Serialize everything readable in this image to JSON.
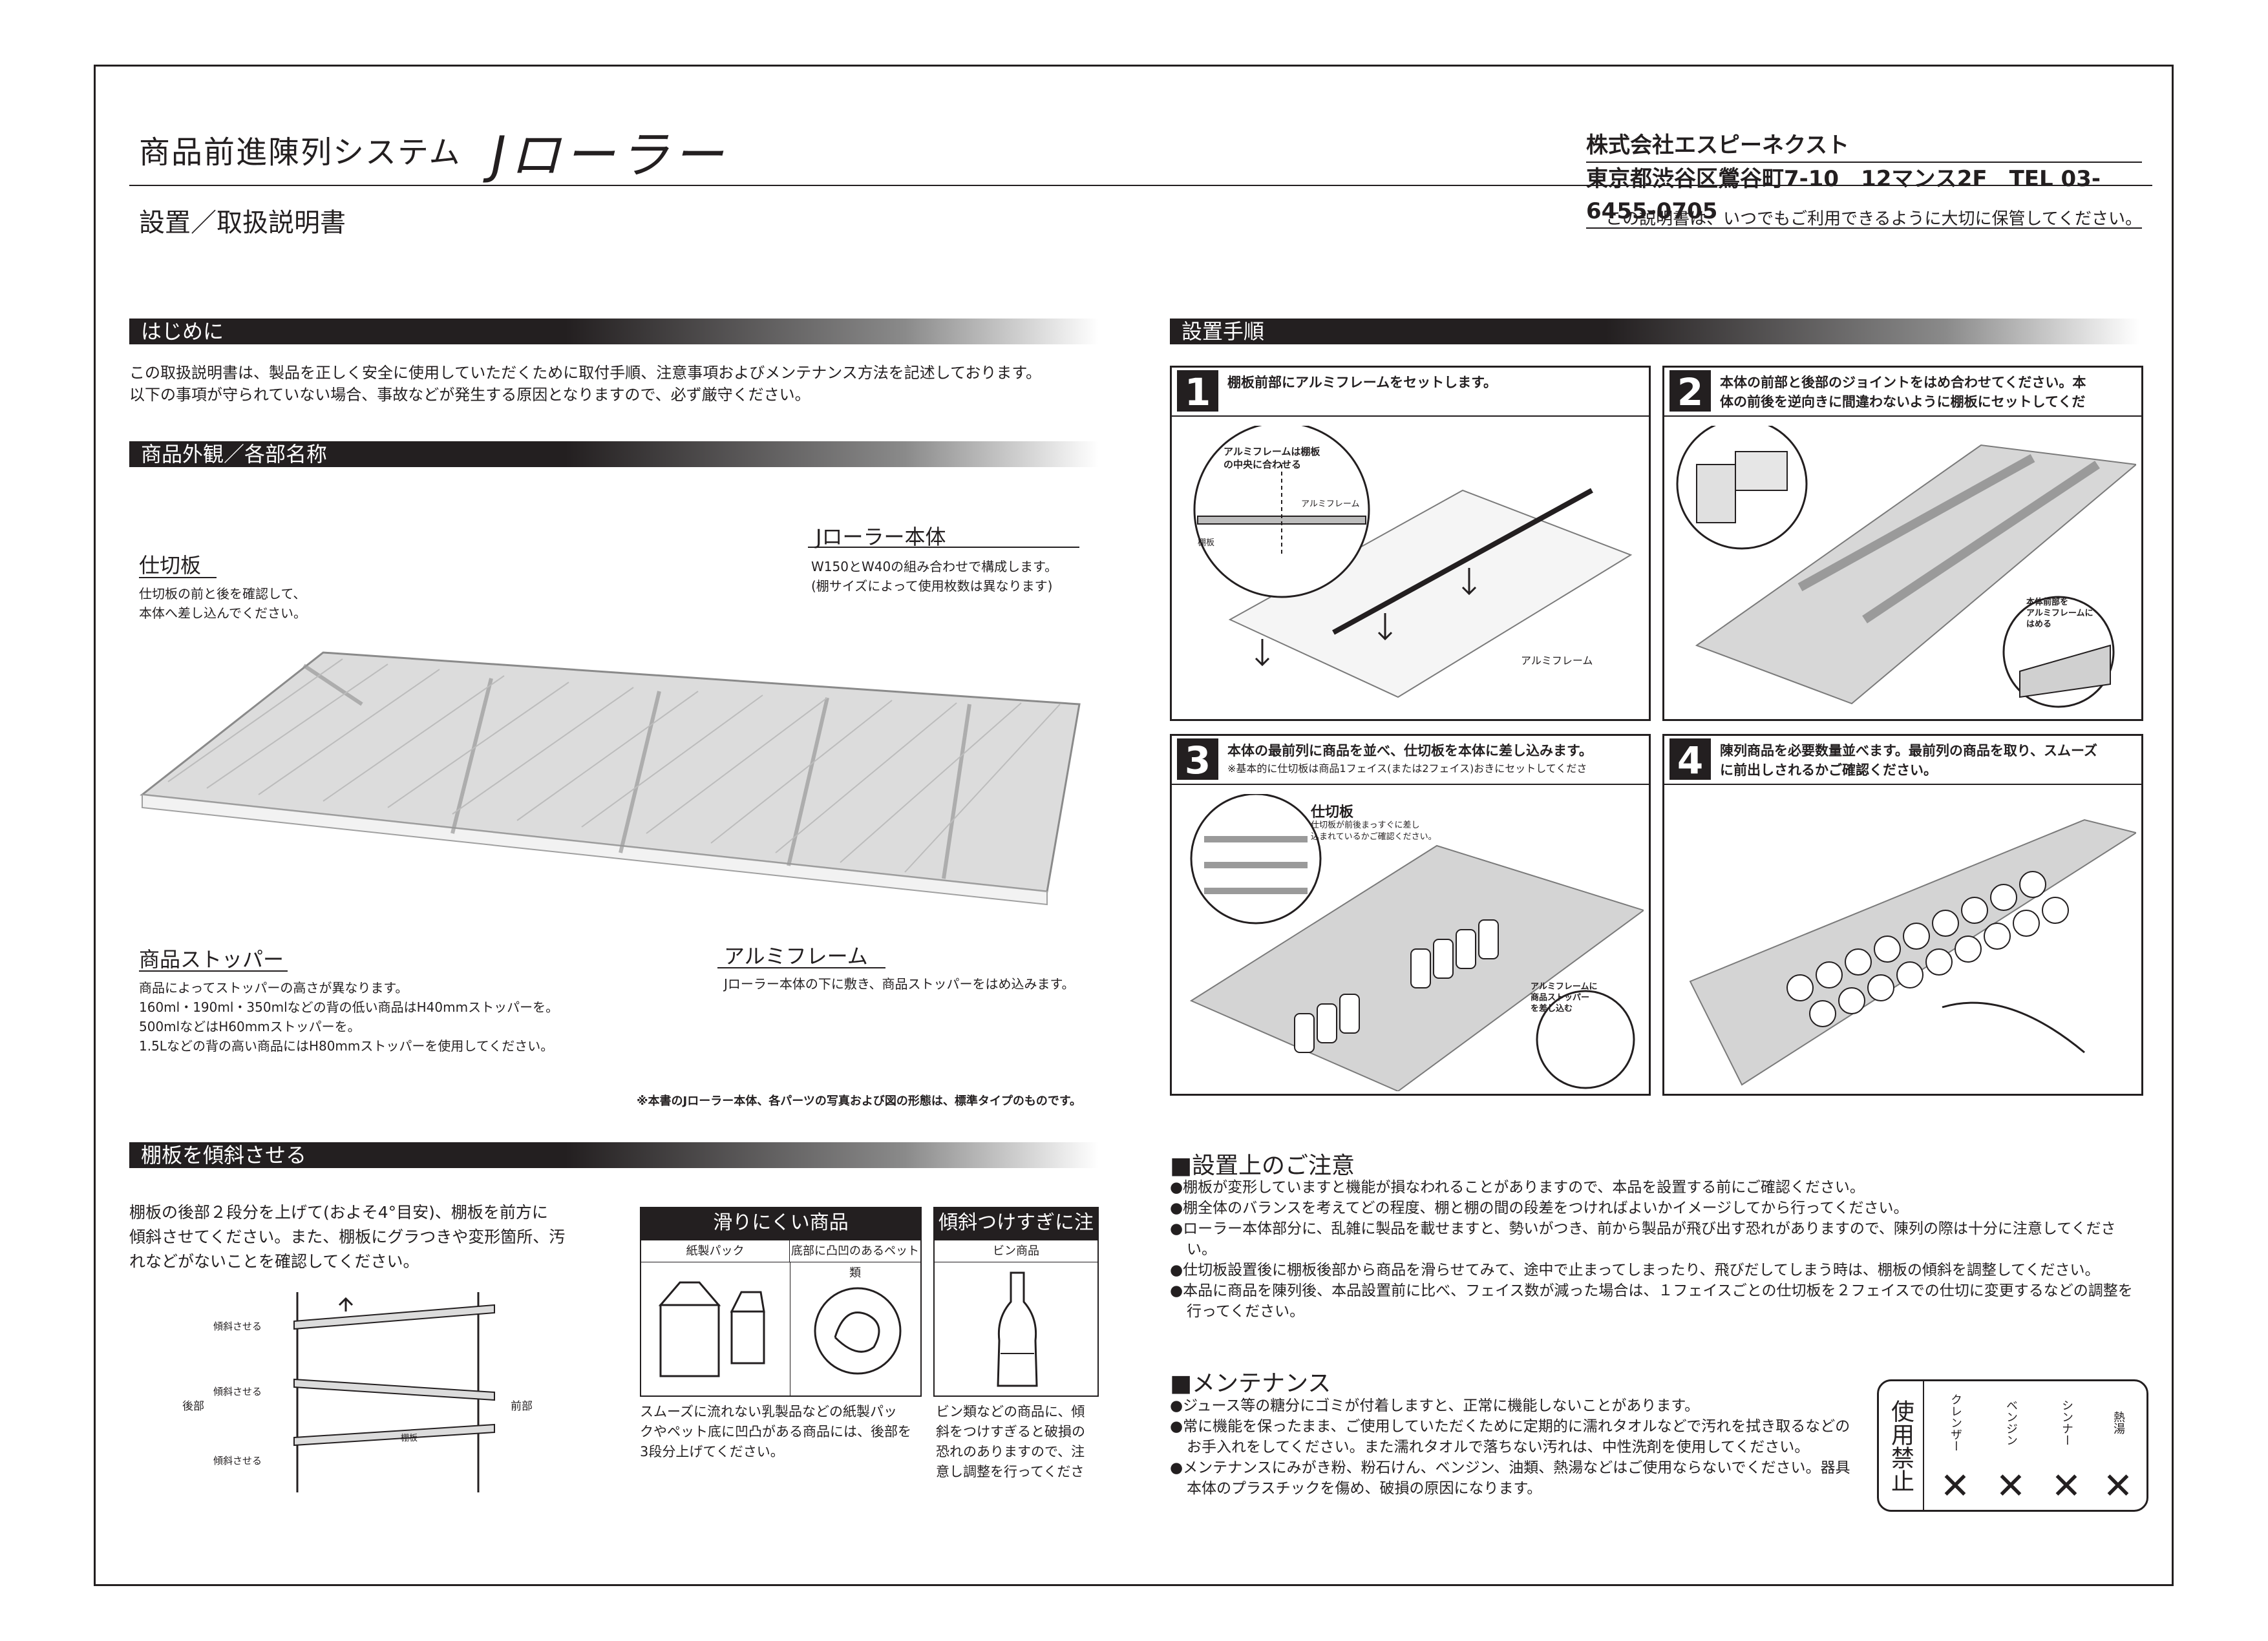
{
  "header": {
    "system_title": "商品前進陳列システム",
    "product_name": "Jローラー",
    "doc_title": "設置／取扱説明書",
    "company_name": "株式会社エスピーネクスト",
    "company_address": "東京都渋谷区鶯谷町7-10　12マンス2F　TEL 03-6455-0705",
    "keep_note": "この説明書は、いつでもご利用できるように大切に保管してください。"
  },
  "intro": {
    "heading": "はじめに",
    "line1": "この取扱説明書は、製品を正しく安全に使用していただくために取付手順、注意事項およびメンテナンス方法を記述しております。",
    "line2": "以下の事項が守られていない場合、事故などが発生する原因となりますので、必ず厳守ください。"
  },
  "parts": {
    "heading": "商品外観／各部名称",
    "divider_title": "仕切板",
    "divider_desc1": "仕切板の前と後を確認して、",
    "divider_desc2": "本体へ差し込んでください。",
    "body_title": "Jローラー本体",
    "body_desc1": "W150とW40の組み合わせで構成します。",
    "body_desc2": "(棚サイズによって使用枚数は異なります)",
    "stopper_title": "商品ストッパー",
    "stopper_desc1": "商品によってストッパーの高さが異なります。",
    "stopper_desc2": "160ml・190ml・350mlなどの背の低い商品はH40mmストッパーを。",
    "stopper_desc3": "500mlなどはH60mmストッパーを。",
    "stopper_desc4": "1.5Lなどの背の高い商品にはH80mmストッパーを使用してください。",
    "frame_title": "アルミフレーム",
    "frame_desc": "Jローラー本体の下に敷き、商品ストッパーをはめ込みます。",
    "photo_note": "※本書のJローラー本体、各パーツの写真および図の形態は、標準タイプのものです。"
  },
  "tilt": {
    "heading": "棚板を傾斜させる",
    "desc1": "棚板の後部２段分を上げて(およそ4°目安)、棚板を前方に",
    "desc2": "傾斜させてください。また、棚板にグラつきや変形箇所、汚",
    "desc3": "れなどがないことを確認してください。",
    "label_tilt": "傾斜させる",
    "label_rear": "後部",
    "label_front": "前部",
    "label_shelf": "棚板",
    "slip_title": "滑りにくい商品",
    "slip_cap1": "紙製パック",
    "slip_cap2": "底部に凸凹のあるペット類",
    "slip_desc1": "スムーズに流れない乳製品などの紙製パッ",
    "slip_desc2": "クやペット底に凹凸がある商品には、後部を",
    "slip_desc3": "3段分上げてください。",
    "over_title": "傾斜つけすぎに注意",
    "over_cap": "ビン商品",
    "over_desc1": "ビン類などの商品に、傾",
    "over_desc2": "斜をつけすぎると破損の",
    "over_desc3": "恐れのありますので、注",
    "over_desc4": "意し調整を行ってくださ"
  },
  "install": {
    "heading": "設置手順",
    "step1_num": "1",
    "step1_text": "棚板前部にアルミフレームをセットします。",
    "step1_callout1": "アルミフレームは棚板",
    "step1_callout2": "の中央に合わせる",
    "step1_label_frame": "アルミフレーム",
    "step1_label_shelf": "棚板",
    "step2_num": "2",
    "step2_text1": "本体の前部と後部のジョイントをはめ合わせてください。本",
    "step2_text2": "体の前後を逆向きに間違わないように棚板にセットしてくだ",
    "step2_callout1": "本体前部を",
    "step2_callout2": "アルミフレームに",
    "step2_callout3": "はめる",
    "step3_num": "3",
    "step3_text": "本体の最前列に商品を並べ、仕切板を本体に差し込みます。",
    "step3_note": "※基本的に仕切板は商品1フェイス(または2フェイス)おきにセットしてくださ",
    "step3_divider": "仕切板",
    "step3_divider_note1": "仕切板が前後まっすぐに差し",
    "step3_divider_note2": "込まれているかご確認ください。",
    "step3_callout1": "アルミフレームに",
    "step3_callout2": "商品ストッパー",
    "step3_callout3": "を差し込む",
    "step4_num": "4",
    "step4_text1": "陳列商品を必要数量並べます。最前列の商品を取り、スムーズ",
    "step4_text2": "に前出しされるかご確認ください。"
  },
  "caution": {
    "heading": "■設置上のご注意",
    "items": [
      "●棚板が変形していますと機能が損なわれることがありますので、本品を設置する前にご確認ください。",
      "●棚全体のバランスを考えてどの程度、棚と棚の間の段差をつければよいかイメージしてから行ってください。",
      "●ローラー本体部分に、乱雑に製品を載せますと、勢いがつき、前から製品が飛び出す恐れがありますので、陳列の際は十分に注意してください。",
      "●仕切板設置後に棚板後部から商品を滑らせてみて、途中で止まってしまったり、飛びだしてしまう時は、棚板の傾斜を調整してください。",
      "●本品に商品を陳列後、本品設置前に比べ、フェイス数が減った場合は、１フェイスごとの仕切板を２フェイスでの仕切に変更するなどの調整を行ってください。"
    ]
  },
  "maintenance": {
    "heading": "■メンテナンス",
    "items": [
      "●ジュース等の糖分にゴミが付着しますと、正常に機能しないことがあります。",
      "●常に機能を保ったまま、ご使用していただくために定期的に濡れタオルなどで汚れを拭き取るなどのお手入れをしてください。また濡れタオルで落ちない汚れは、中性洗剤を使用してください。",
      "●メンテナンスにみがき粉、粉石けん、ベンジン、油類、熱湯などはご使用ならないでください。器具本体のプラスチックを傷め、破損の原因になります。"
    ],
    "prohibited_label": "使用禁止",
    "prohibited": [
      "クレンザー",
      "ベンジン",
      "シンナー",
      "熱湯"
    ],
    "cross": "✕"
  }
}
